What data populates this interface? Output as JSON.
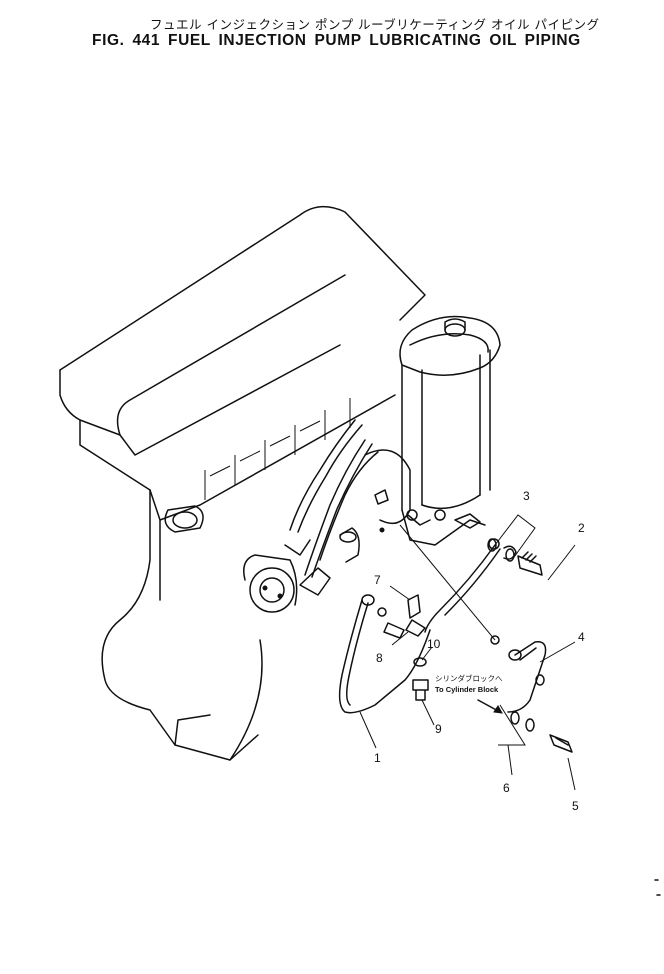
{
  "title": {
    "japanese": "フュエル インジェクション ポンプ ルーブリケーティング オイル パイピング",
    "english": "FIG. 441  FUEL  INJECTION  PUMP  LUBRICATING  OIL  PIPING"
  },
  "callouts": [
    "1",
    "2",
    "3",
    "4",
    "5",
    "6",
    "7",
    "8",
    "9",
    "10"
  ],
  "note": {
    "japanese": "シリンダブロックへ",
    "english": "To Cylinder Block"
  }
}
